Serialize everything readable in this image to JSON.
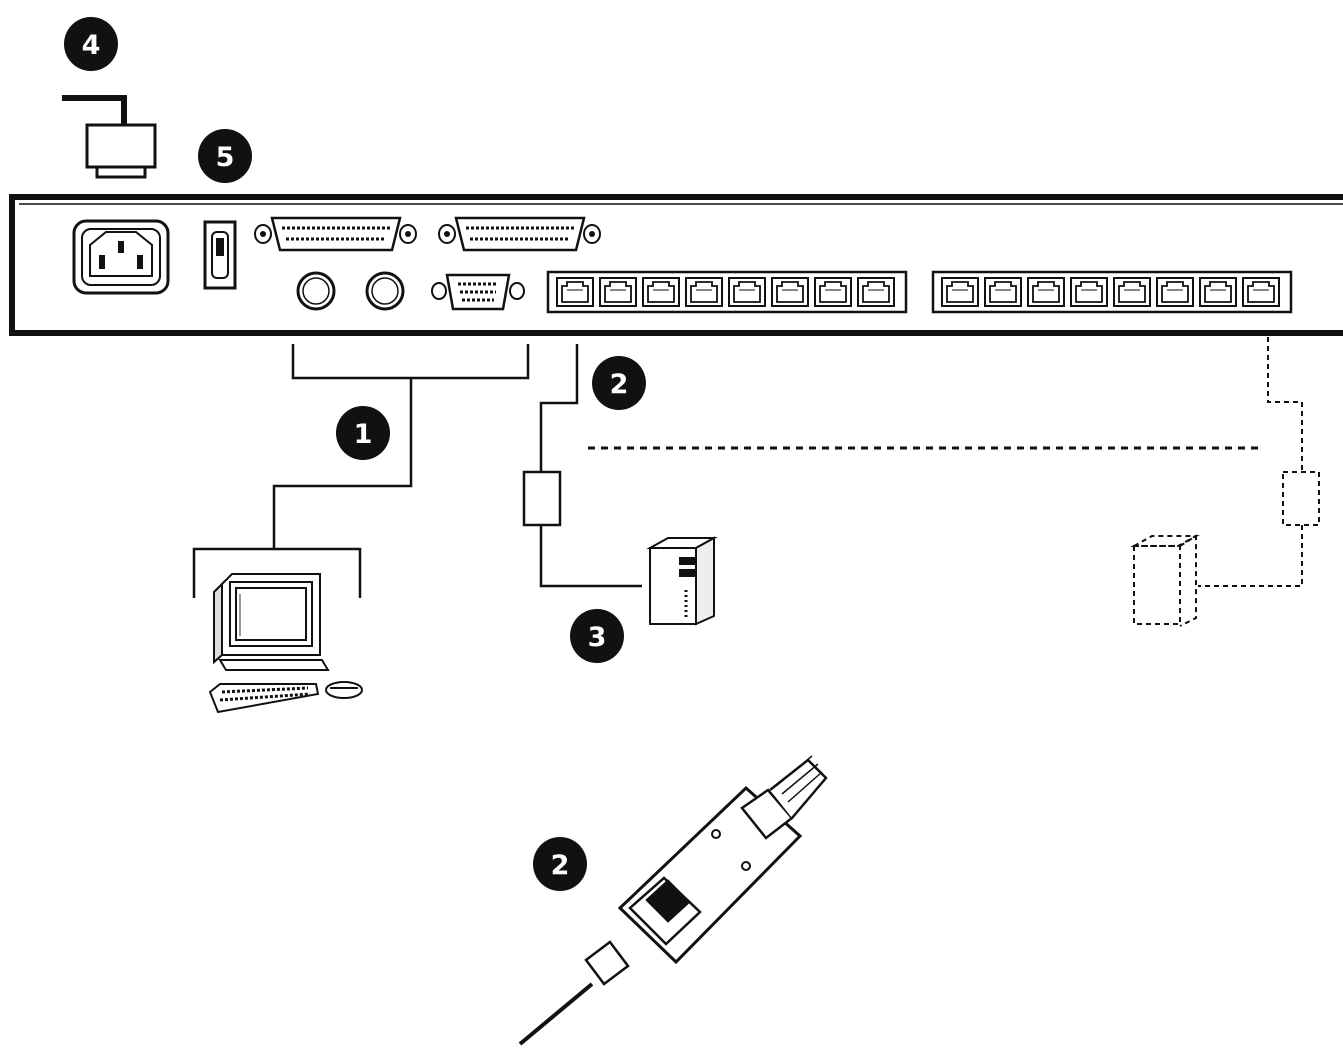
{
  "callouts": {
    "one": "1",
    "two_top": "2",
    "three": "3",
    "four": "4",
    "five": "5",
    "two_bottom": "2"
  },
  "colors": {
    "line": "#111111",
    "callout_fill": "#111111",
    "callout_text": "#ffffff",
    "background": "#ffffff"
  },
  "icons": [
    "power-cord-icon",
    "power-socket-icon",
    "power-switch-icon",
    "db25-console-port-icon",
    "ps2-port-icon",
    "vga-port-icon",
    "rj45-port-bank-icon",
    "console-workstation-icon",
    "kvm-adapter-cable-icon",
    "server-tower-icon",
    "usb-adapter-dongle-icon"
  ],
  "rj45_ports_per_bank": 8
}
